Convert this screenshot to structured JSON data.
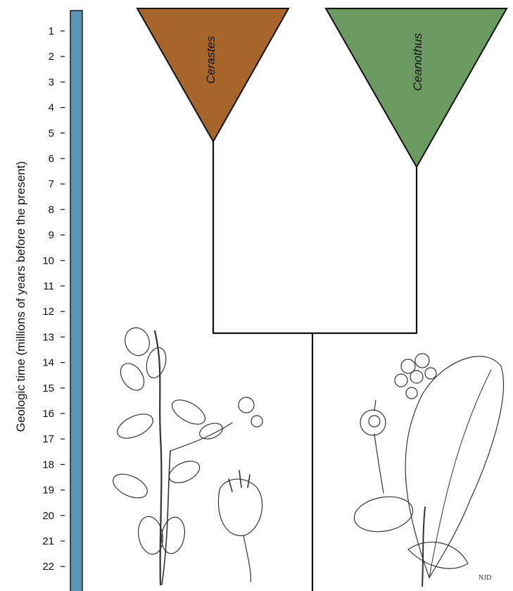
{
  "axis": {
    "title": "Geologic time (millions of years before the present)",
    "ticks": [
      "1",
      "2",
      "3",
      "4",
      "5",
      "6",
      "7",
      "8",
      "9",
      "10",
      "11",
      "12",
      "13",
      "14",
      "15",
      "16",
      "17",
      "18",
      "19",
      "20",
      "21",
      "22"
    ],
    "bar_color": "#5b93b4"
  },
  "clades": [
    {
      "name": "Cerastes",
      "color": "#a8652a",
      "divergence_mya": 5.3
    },
    {
      "name": "Ceanothus",
      "color": "#6a9a5f",
      "divergence_mya": 6.3
    }
  ],
  "split_mya": 13,
  "illustrations": [
    {
      "name": "cerastes-plant-drawing"
    },
    {
      "name": "ceanothus-plant-drawing"
    }
  ]
}
